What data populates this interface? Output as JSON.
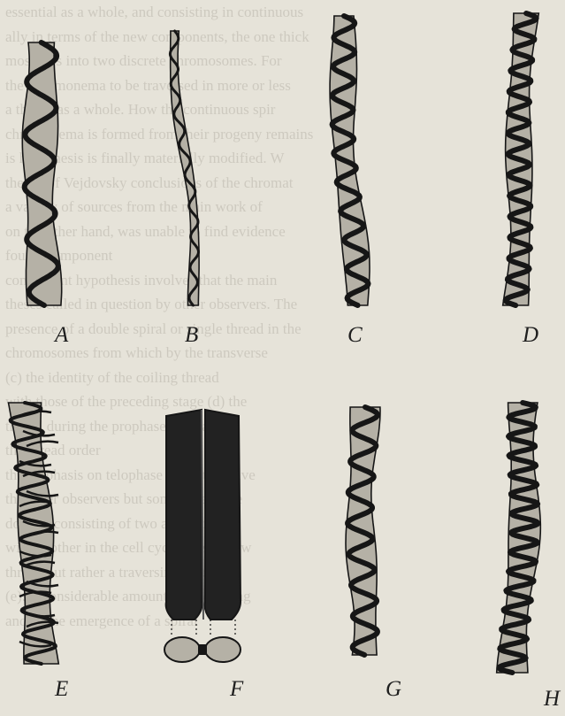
{
  "figure": {
    "panels": [
      {
        "id": "A",
        "label": "A"
      },
      {
        "id": "B",
        "label": "B"
      },
      {
        "id": "C",
        "label": "C"
      },
      {
        "id": "D",
        "label": "D"
      },
      {
        "id": "E",
        "label": "E"
      },
      {
        "id": "F",
        "label": "F"
      },
      {
        "id": "G",
        "label": "G"
      },
      {
        "id": "H",
        "label": "H"
      }
    ]
  },
  "bleed_through_text": [
    "essential as a whole, and consisting in continuous",
    "ally in terms of the new components, the one thick",
    "mosomes into two discrete chromosomes. For",
    "the chromonema to be traversed in more or less",
    "a thread as a whole. How the continuous spir",
    "chromonema is formed from their progeny remains",
    "is hypothesis is finally materially modified. W",
    "theory of Vejdovsky conclusions of the chromat",
    "a variety of sources from the main work of",
    "on the other hand, was unable to find evidence",
    "fourth component",
    "component hypothesis involves that the main",
    "theses called in question by other observers. The",
    "presence of a double spiral or single thread in the",
    "chromosomes from which by the transverse",
    "(c) the identity of the coiling thread",
    "with those of the preceding stage (d) the",
    "thread during the prophase and earlier",
    "the thread order",
    "the emphasis on telophase and alternative",
    "the other observers but some regard the",
    "double, consisting of two apparently",
    "with another in the cell cycle, the narrow",
    "thread but rather a traversing tube in",
    "(e). A considerable amount of thickening",
    "and of the emergence of a spiral"
  ]
}
